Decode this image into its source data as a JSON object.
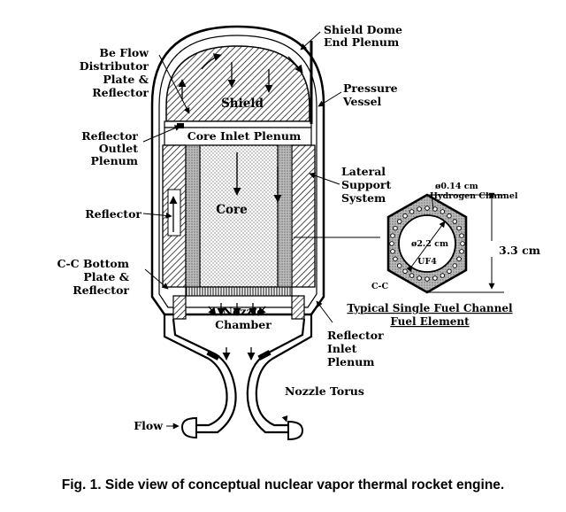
{
  "labels": {
    "shield_dome": [
      "Shield Dome",
      "End Plenum"
    ],
    "be_flow": [
      "Be Flow",
      "Distributor",
      "Plate &",
      "Reflector"
    ],
    "pressure_vessel": [
      "Pressure",
      "Vessel"
    ],
    "shield": "Shield",
    "reflector_outlet": [
      "Reflector",
      "Outlet",
      "Plenum"
    ],
    "core_inlet": "Core Inlet Plenum",
    "lateral_support": [
      "Lateral",
      "Support",
      "System"
    ],
    "reflector": "Reflector",
    "core": "Core",
    "cc_bottom": [
      "C-C Bottom",
      "Plate &",
      "Reflector"
    ],
    "nozzle_chamber": [
      "Nozzle",
      "Chamber"
    ],
    "reflector_inlet": [
      "Reflector",
      "Inlet",
      "Plenum"
    ],
    "nozzle_torus": "Nozzle Torus",
    "flow": "Flow"
  },
  "fuel_element": {
    "hole_dim": "ø0.14 cm",
    "hydrogen_channel": "Hydrogen Channel",
    "channel_dim": "ø2.2 cm",
    "uf4": "UF4",
    "cc": "C-C",
    "flat_dim": "3.3 cm",
    "title": [
      "Typical Single Fuel Channel",
      "Fuel Element"
    ]
  },
  "caption": "Fig. 1.  Side view of conceptual nuclear vapor thermal rocket engine."
}
